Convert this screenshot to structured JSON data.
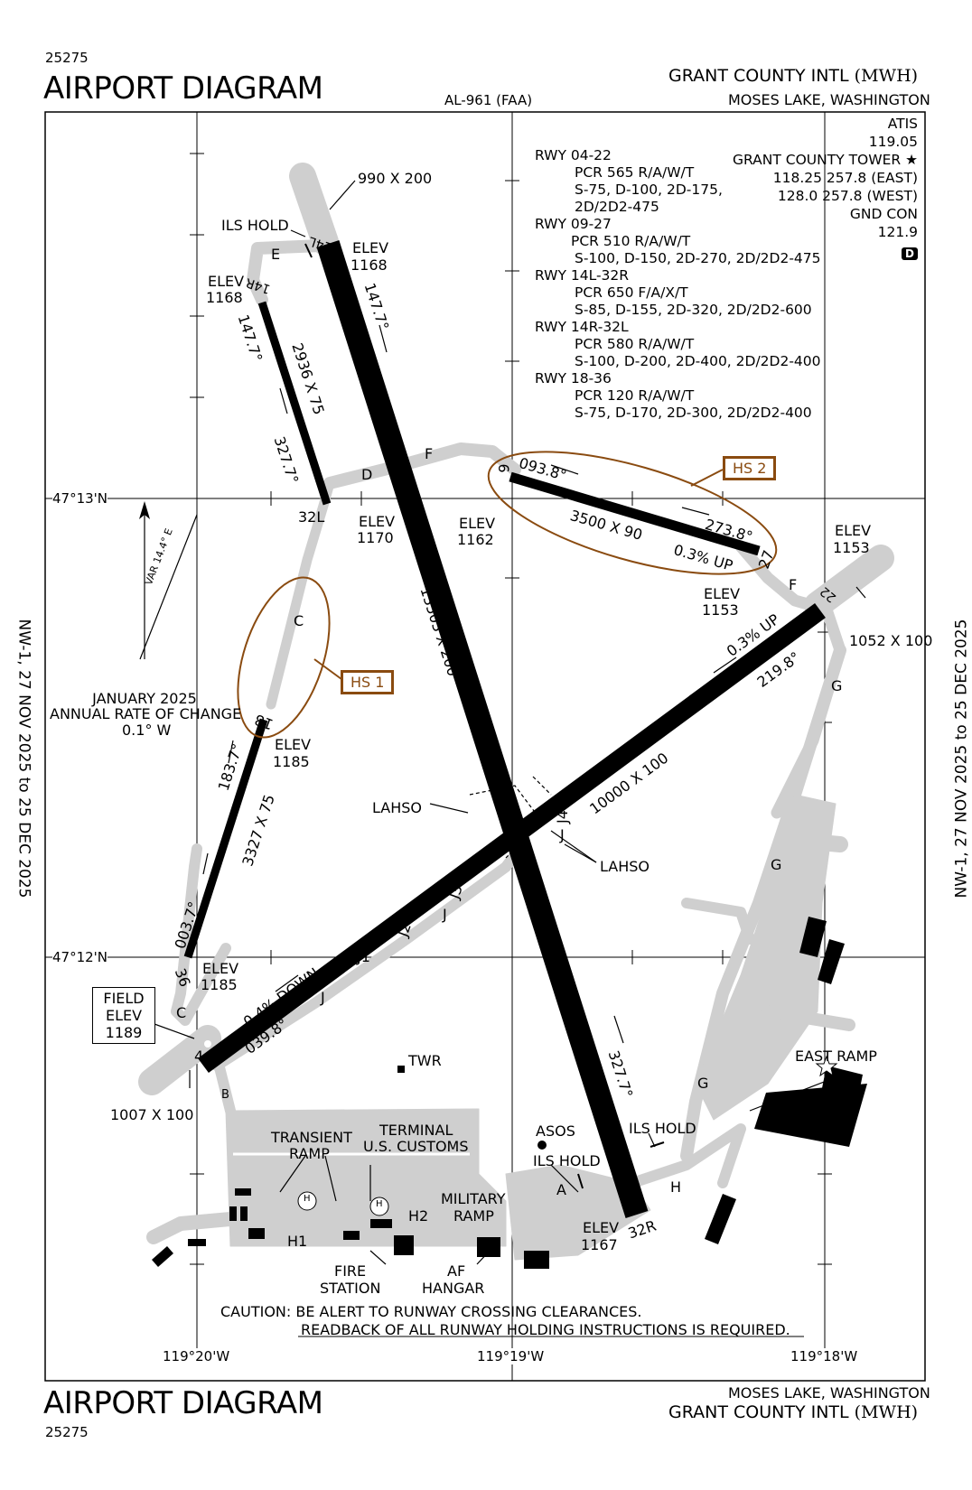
{
  "header": {
    "chart_number": "25275",
    "title": "AIRPORT DIAGRAM",
    "al_number": "AL-961 (FAA)",
    "airport_name": "GRANT COUNTY INTL",
    "airport_id": "(MWH)",
    "city": "MOSES LAKE, WASHINGTON"
  },
  "footer": {
    "title": "AIRPORT DIAGRAM",
    "chart_number": "25275",
    "city": "MOSES LAKE, WASHINGTON",
    "airport_name": "GRANT COUNTY INTL",
    "airport_id": "(MWH)"
  },
  "side_labels": {
    "left": "NW-1, 27 NOV 2025 to 25 DEC 2025",
    "right": "NW-1, 27 NOV 2025 to 25 DEC 2025"
  },
  "communications": {
    "atis_label": "ATIS",
    "atis_freq": "119.05",
    "tower_label": "GRANT COUNTY TOWER",
    "tower_freq_east": "118.25  257.8 (EAST)",
    "tower_freq_west": "128.0  257.8 (WEST)",
    "gnd_label": "GND CON",
    "gnd_freq": "121.9",
    "d_badge": "D"
  },
  "runway_info": [
    {
      "rwy": "RWY 04-22",
      "lines": [
        "PCR 565 R/A/W/T",
        "S-75, D-100, 2D-175,",
        "2D/2D2-475"
      ]
    },
    {
      "rwy": "RWY 09-27",
      "lines": [
        "PCR 510 R/A/W/T",
        "S-100, D-150, 2D-270, 2D/2D2-475"
      ]
    },
    {
      "rwy": "RWY 14L-32R",
      "lines": [
        "PCR 650 F/A/X/T",
        "S-85, D-155, 2D-320, 2D/2D2-600"
      ]
    },
    {
      "rwy": "RWY 14R-32L",
      "lines": [
        "PCR 580 R/A/W/T",
        "S-100, D-200, 2D-400, 2D/2D2-400"
      ]
    },
    {
      "rwy": "RWY 18-36",
      "lines": [
        "PCR 120 R/A/W/T",
        "S-75, D-170, 2D-300, 2D/2D2-400"
      ]
    }
  ],
  "coordinates": {
    "lat_1": "47°13'N",
    "lat_2": "47°12'N",
    "lon_1": "119°20'W",
    "lon_2": "119°19'W",
    "lon_3": "119°18'W"
  },
  "variation": {
    "var": "VAR 14.4° E",
    "date": "JANUARY 2025",
    "rate_label": "ANNUAL RATE OF CHANGE",
    "rate": "0.1° W"
  },
  "runways": {
    "rwy14l_end": "14L",
    "rwy14l_elev_label": "ELEV",
    "rwy14l_elev": "1168",
    "rwy14l_heading": "147.7°",
    "rwy14l_dims": "13503 X 200",
    "rwy32r_end": "32R",
    "rwy32r_elev_label": "ELEV",
    "rwy32r_elev": "1167",
    "rwy32r_heading": "327.7°",
    "overrun_14l": "990 X 200",
    "rwy14r_end": "14R",
    "rwy14r_elev_label": "ELEV",
    "rwy14r_elev": "1168",
    "rwy14r_heading": "147.7°",
    "rwy14r_dims": "2936 X 75",
    "rwy32l_end": "32L",
    "rwy32l_elev_label": "ELEV",
    "rwy32l_elev": "1170",
    "rwy32l_heading": "327.7°",
    "rwy9_end": "9",
    "rwy9_elev_label": "ELEV",
    "rwy9_elev": "1162",
    "rwy9_heading": "093.8°",
    "rwy09_dims": "3500 X 90",
    "rwy27_end": "27",
    "rwy27_elev_label": "ELEV",
    "rwy27_elev": "1153",
    "rwy27_heading": "273.8°",
    "rwy27_grade": "0.3% UP",
    "rwy22_end": "22",
    "rwy22_elev_label": "ELEV",
    "rwy22_elev": "1153",
    "rwy22_heading": "219.8°",
    "rwy22_grade": "0.3% UP",
    "overrun_22": "1052 X 100",
    "rwy04_dims": "10000 X 100",
    "rwy4_end": "4",
    "rwy4_heading": "039.8°",
    "rwy4_grade": "0.4% DOWN",
    "overrun_4": "1007 X 100",
    "rwy18_end": "18",
    "rwy18_elev_label": "ELEV",
    "rwy18_elev": "1185",
    "rwy18_heading": "183.7°",
    "rwy18_dims": "3327 X 75",
    "rwy36_end": "36",
    "rwy36_elev_label": "ELEV",
    "rwy36_elev": "1185",
    "rwy36_heading": "003.7°"
  },
  "taxiways": {
    "e": "E",
    "d": "D",
    "f1": "F",
    "f2": "F",
    "c1": "C",
    "c2": "C",
    "g1": "G",
    "g2": "G",
    "g3": "G",
    "j1": "J",
    "j2": "J",
    "j3": "J",
    "j4": "J4",
    "jj1": "J1",
    "jj2": "J2",
    "jj3": "J3",
    "b1": "B",
    "b2": "B",
    "a": "A",
    "h": "H"
  },
  "labels": {
    "ils_hold_1": "ILS HOLD",
    "ils_hold_2": "ILS HOLD",
    "ils_hold_3": "ILS HOLD",
    "lahso_1": "LAHSO",
    "lahso_2": "LAHSO",
    "hs1": "HS 1",
    "hs2": "HS 2",
    "field_elev_1": "FIELD",
    "field_elev_2": "ELEV",
    "field_elev_3": "1189",
    "twr": "TWR",
    "asos": "ASOS",
    "transient_ramp_1": "TRANSIENT",
    "transient_ramp_2": "RAMP",
    "terminal_1": "TERMINAL",
    "terminal_2": "U.S. CUSTOMS",
    "military_ramp_1": "MILITARY",
    "military_ramp_2": "RAMP",
    "h1": "H1",
    "h2": "H2",
    "h_symbol": "H",
    "fire_station_1": "FIRE",
    "fire_station_2": "STATION",
    "af_hangar_1": "AF",
    "af_hangar_2": "HANGAR",
    "east_ramp": "EAST RAMP",
    "caution_1": "CAUTION: BE ALERT TO RUNWAY CROSSING CLEARANCES.",
    "caution_2": "READBACK OF ALL RUNWAY HOLDING INSTRUCTIONS IS REQUIRED."
  },
  "colors": {
    "runway": "#000000",
    "taxiway": "#cfcfcf",
    "hotspot": "#8a4b10"
  }
}
